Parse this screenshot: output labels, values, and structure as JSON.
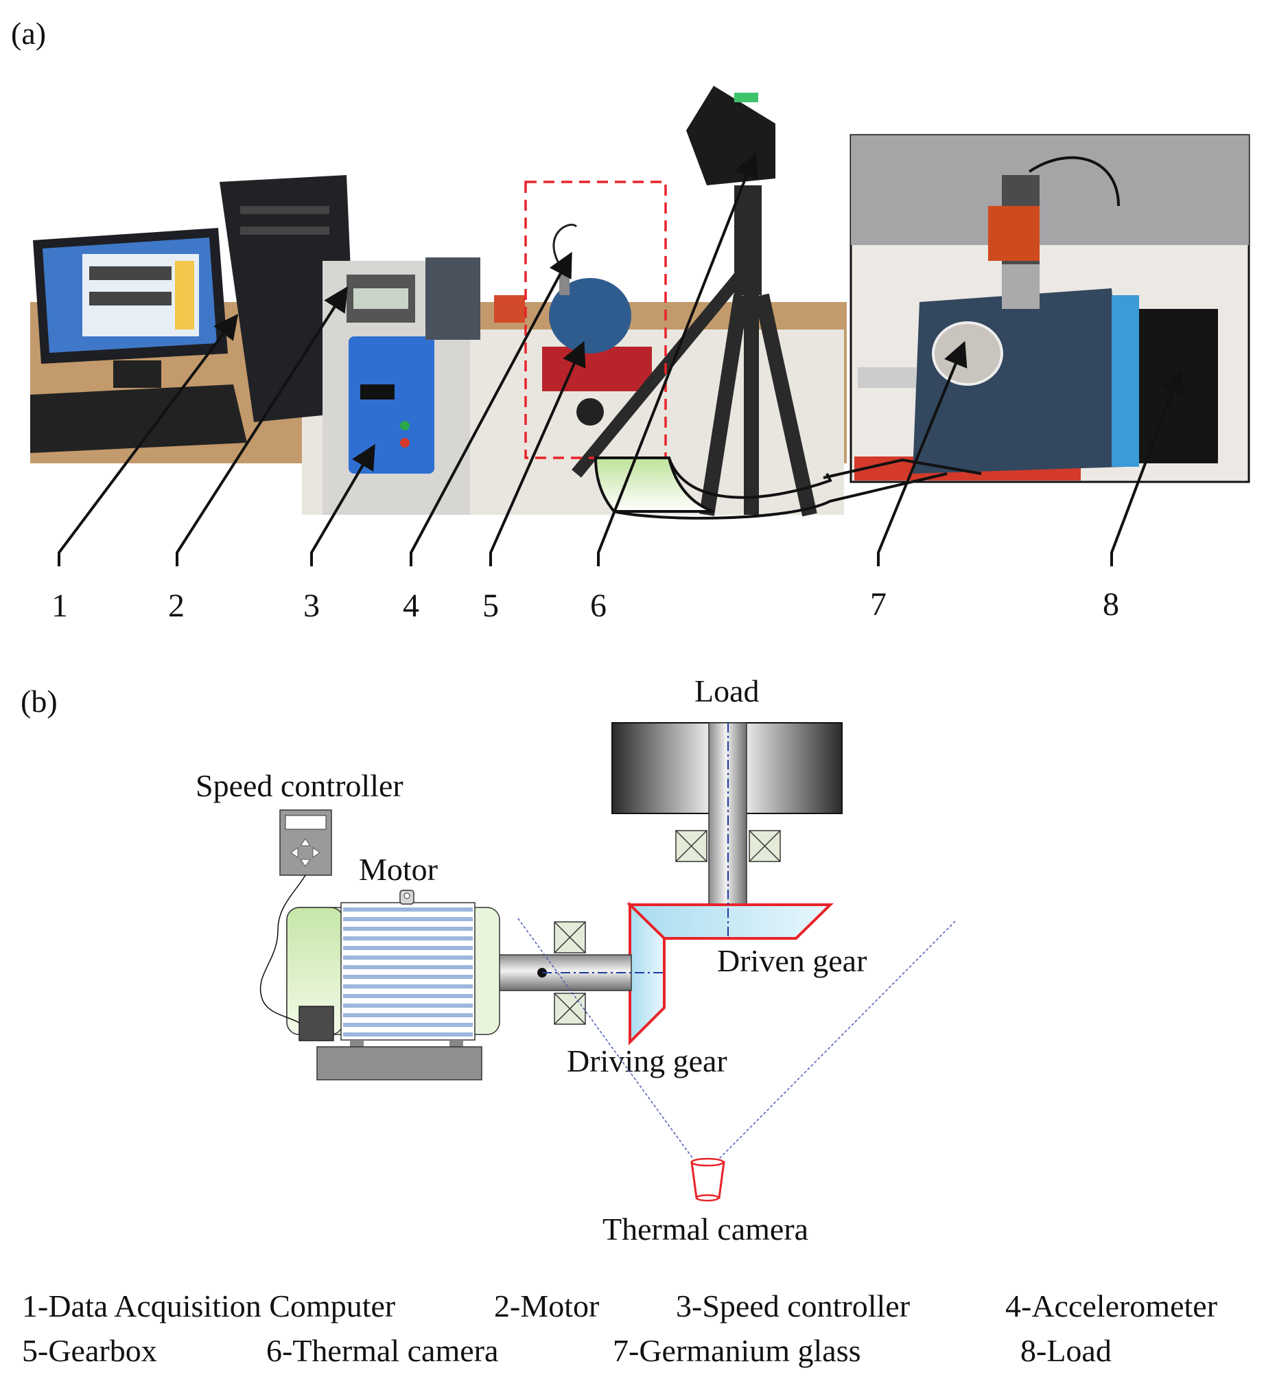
{
  "panel_a": {
    "label": "(a)",
    "callouts": [
      "1",
      "2",
      "3",
      "4",
      "5",
      "6",
      "7",
      "8"
    ]
  },
  "panel_b": {
    "label": "(b)",
    "components": {
      "load": "Load",
      "speed_controller": "Speed controller",
      "motor": "Motor",
      "driven_gear": "Driven gear",
      "driving_gear": "Driving gear",
      "thermal_camera": "Thermal camera"
    }
  },
  "legend": [
    "1-Data Acquisition Computer",
    "2-Motor",
    "3-Speed controller",
    "4-Accelerometer",
    "5-Gearbox",
    "6-Thermal camera",
    "7-Germanium glass",
    "8-Load"
  ],
  "colors": {
    "annotation_red": "#e8242a",
    "gear_fill": "#bfe6f2",
    "motor_green": "#cfe9b5",
    "motor_fins": "#a9c2e6",
    "axis_blue": "#1f3aa0"
  }
}
